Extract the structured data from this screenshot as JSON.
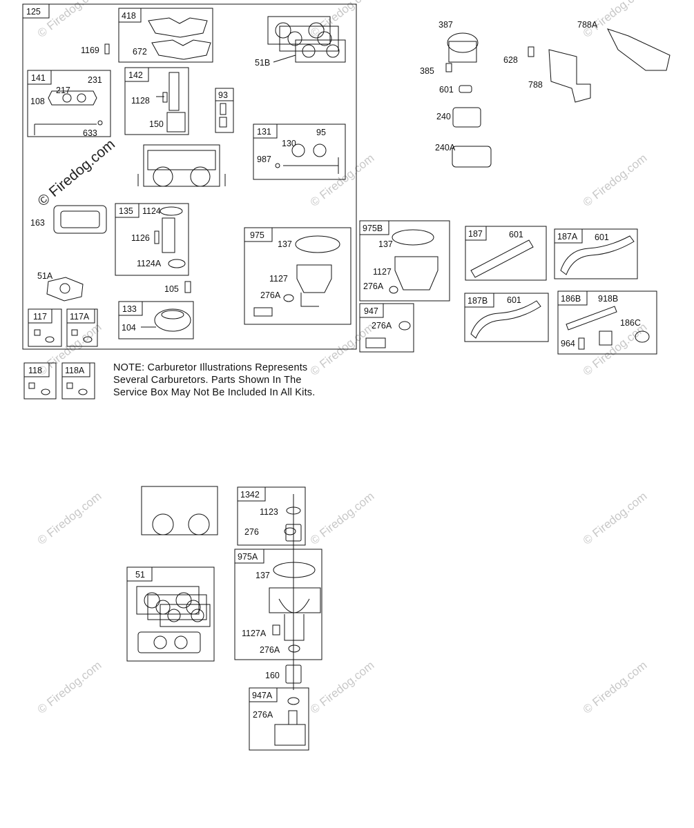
{
  "watermark": {
    "text": "© Firedog.com"
  },
  "note": {
    "lines": [
      "NOTE: Carburetor Illustrations Represents",
      "Several Carburetors. Parts Shown In The",
      "Service Box May Not Be Included In All Kits."
    ]
  },
  "tags": {
    "t125": "125",
    "t418": "418",
    "t141": "141",
    "t142": "142",
    "t93": "93",
    "t131": "131",
    "t135": "135",
    "t133": "133",
    "t117": "117",
    "t117A": "117A",
    "t118": "118",
    "t118A": "118A",
    "t975": "975",
    "t975B": "975B",
    "t947": "947",
    "t187": "187",
    "t187A": "187A",
    "t187B": "187B",
    "t186B": "186B",
    "t1342": "1342",
    "t51": "51",
    "t975A": "975A",
    "t947A": "947A"
  },
  "labels": {
    "l1169": "1169",
    "l672": "672",
    "l51B": "51B",
    "l231": "231",
    "l217": "217",
    "l108": "108",
    "l633": "633",
    "l1128": "1128",
    "l150": "150",
    "l95": "95",
    "l130": "130",
    "l987": "987",
    "l163": "163",
    "l1124": "1124",
    "l1126": "1126",
    "l1124A": "1124A",
    "l51A": "51A",
    "l105": "105",
    "l104": "104",
    "l137a": "137",
    "l1127": "1127",
    "l276Aa": "276A",
    "l137b": "137",
    "l1127b": "1127",
    "l276Ab": "276A",
    "l276Ac": "276A",
    "l387": "387",
    "l385": "385",
    "l601a": "601",
    "l240": "240",
    "l240A": "240A",
    "l628": "628",
    "l788A": "788A",
    "l788": "788",
    "l601b": "601",
    "l601c": "601",
    "l601d": "601",
    "l918B": "918B",
    "l186C": "186C",
    "l964": "964",
    "l1123": "1123",
    "l276": "276",
    "l137c": "137",
    "l1127A": "1127A",
    "l276Ad": "276A",
    "l160": "160",
    "l276Ae": "276A"
  }
}
